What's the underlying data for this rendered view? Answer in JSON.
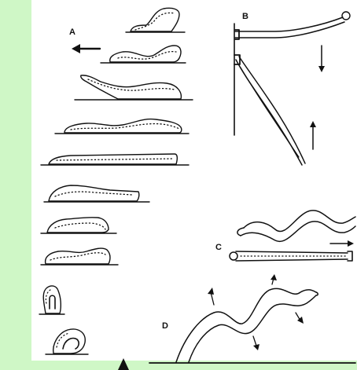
{
  "figure": {
    "panel_labels": {
      "a": "A",
      "b": "B",
      "c": "C",
      "d": "D"
    },
    "colors": {
      "page_background": "#ffffff",
      "side_band": "#cff7c6",
      "ink": "#111111"
    },
    "icons": {
      "direction_arrow_a": "arrow-left-icon",
      "arrow_b_down": "arrow-down-icon",
      "arrow_b_up": "arrow-up-icon",
      "arrow_c": "arrow-right-icon",
      "marker_bottom": "triangle-up-icon"
    }
  }
}
